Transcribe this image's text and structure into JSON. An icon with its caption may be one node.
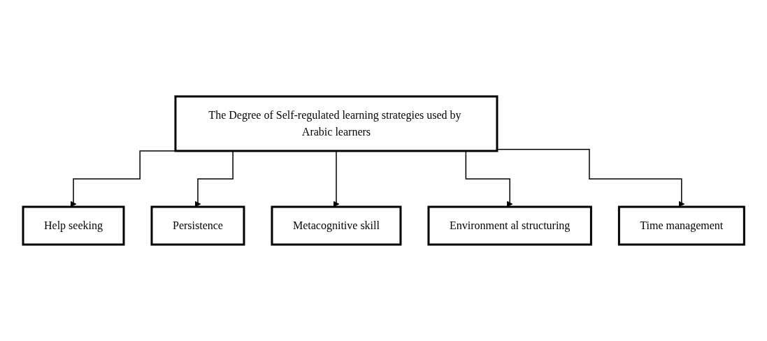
{
  "diagram": {
    "nodes": [
      {
        "text": [
          "The Degree of Self-regulated learning strategies used by Arabic learners"
        ]
      },
      {
        "text": [
          "Help seeking"
        ]
      },
      {
        "text": [
          "Persistence"
        ]
      },
      {
        "text": [
          "Metacognitive skill"
        ]
      },
      {
        "text": [
          "Environment al structuring"
        ]
      },
      {
        "text": [
          "Time management"
        ]
      }
    ],
    "edges": [
      {
        "from": 0,
        "to": 1,
        "arrow": "to"
      },
      {
        "from": 0,
        "to": 2,
        "arrow": "to"
      },
      {
        "from": 0,
        "to": 3,
        "arrow": "to"
      },
      {
        "from": 0,
        "to": 4,
        "arrow": "to"
      },
      {
        "from": 0,
        "to": 5,
        "arrow": "to"
      }
    ]
  }
}
